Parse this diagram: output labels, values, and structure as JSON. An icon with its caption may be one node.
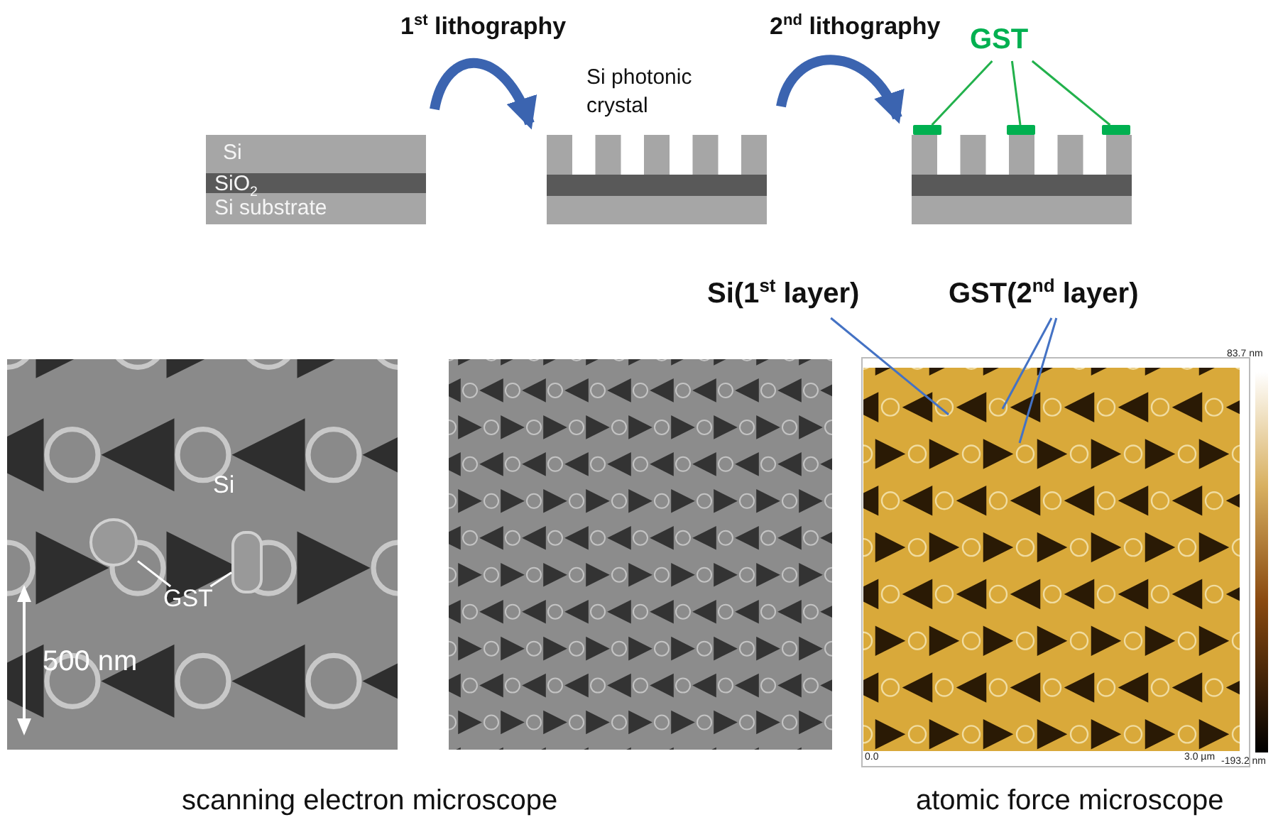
{
  "diagram": {
    "nodes": [
      {
        "text": [
          "Si",
          "SiO$_{2}$",
          "Si substrate"
        ]
      },
      {
        "text": [
          "Si photonic crystal"
        ]
      },
      {
        "text": [],
        "shape": "picture"
      },
      {
        "text": [
          "GST"
        ]
      },
      {
        "text": [],
        "shape": "bar"
      },
      {
        "text": [],
        "shape": "bar"
      },
      {
        "text": [],
        "shape": "bar"
      },
      {
        "text": [],
        "shape": "picture"
      },
      {
        "text": [
          "GST"
        ],
        "in": 7
      },
      {
        "text": [],
        "shape": "circle",
        "in": 7
      },
      {
        "text": [],
        "shape": "bar",
        "in": 7
      },
      {
        "text": [],
        "shape": "picture"
      },
      {
        "text": [],
        "shape": "picture"
      },
      {
        "text": [
          "Si(1$^{st}$ layer)"
        ]
      },
      {
        "text": [
          "GST(2$^{nd}$ layer)"
        ]
      }
    ],
    "edges": [
      {
        "from": 0,
        "to": 1,
        "arrow": "to",
        "label": "1$^{st}$ lithography",
        "style": "thick",
        "color": "#3b64b0"
      },
      {
        "from": 1,
        "to": 2,
        "arrow": "to",
        "label": "2$^{nd}$ lithography",
        "style": "thick",
        "color": "#3b64b0"
      },
      {
        "from": 3,
        "to": 4,
        "arrow": "none",
        "color": "#22b14c"
      },
      {
        "from": 3,
        "to": 5,
        "arrow": "none",
        "color": "#22b14c"
      },
      {
        "from": 3,
        "to": 6,
        "arrow": "none",
        "color": "#22b14c"
      },
      {
        "from": 8,
        "to": 9,
        "arrow": "none",
        "color": "#ffffff"
      },
      {
        "from": 8,
        "to": 10,
        "arrow": "none",
        "color": "#ffffff"
      },
      {
        "from": 13,
        "to": 12,
        "arrow": "none",
        "color": "#4472c4"
      },
      {
        "from": 14,
        "to": 12,
        "arrow": "none",
        "color": "#4472c4"
      },
      {
        "from": 14,
        "to": 12,
        "arrow": "none",
        "color": "#4472c4"
      }
    ],
    "labels": [
      "Si",
      "500 nm",
      "83.7 nm",
      "0.0",
      "3.0 µm",
      "-193.2 nm",
      "scanning electron microscope",
      "atomic force microscope"
    ]
  }
}
